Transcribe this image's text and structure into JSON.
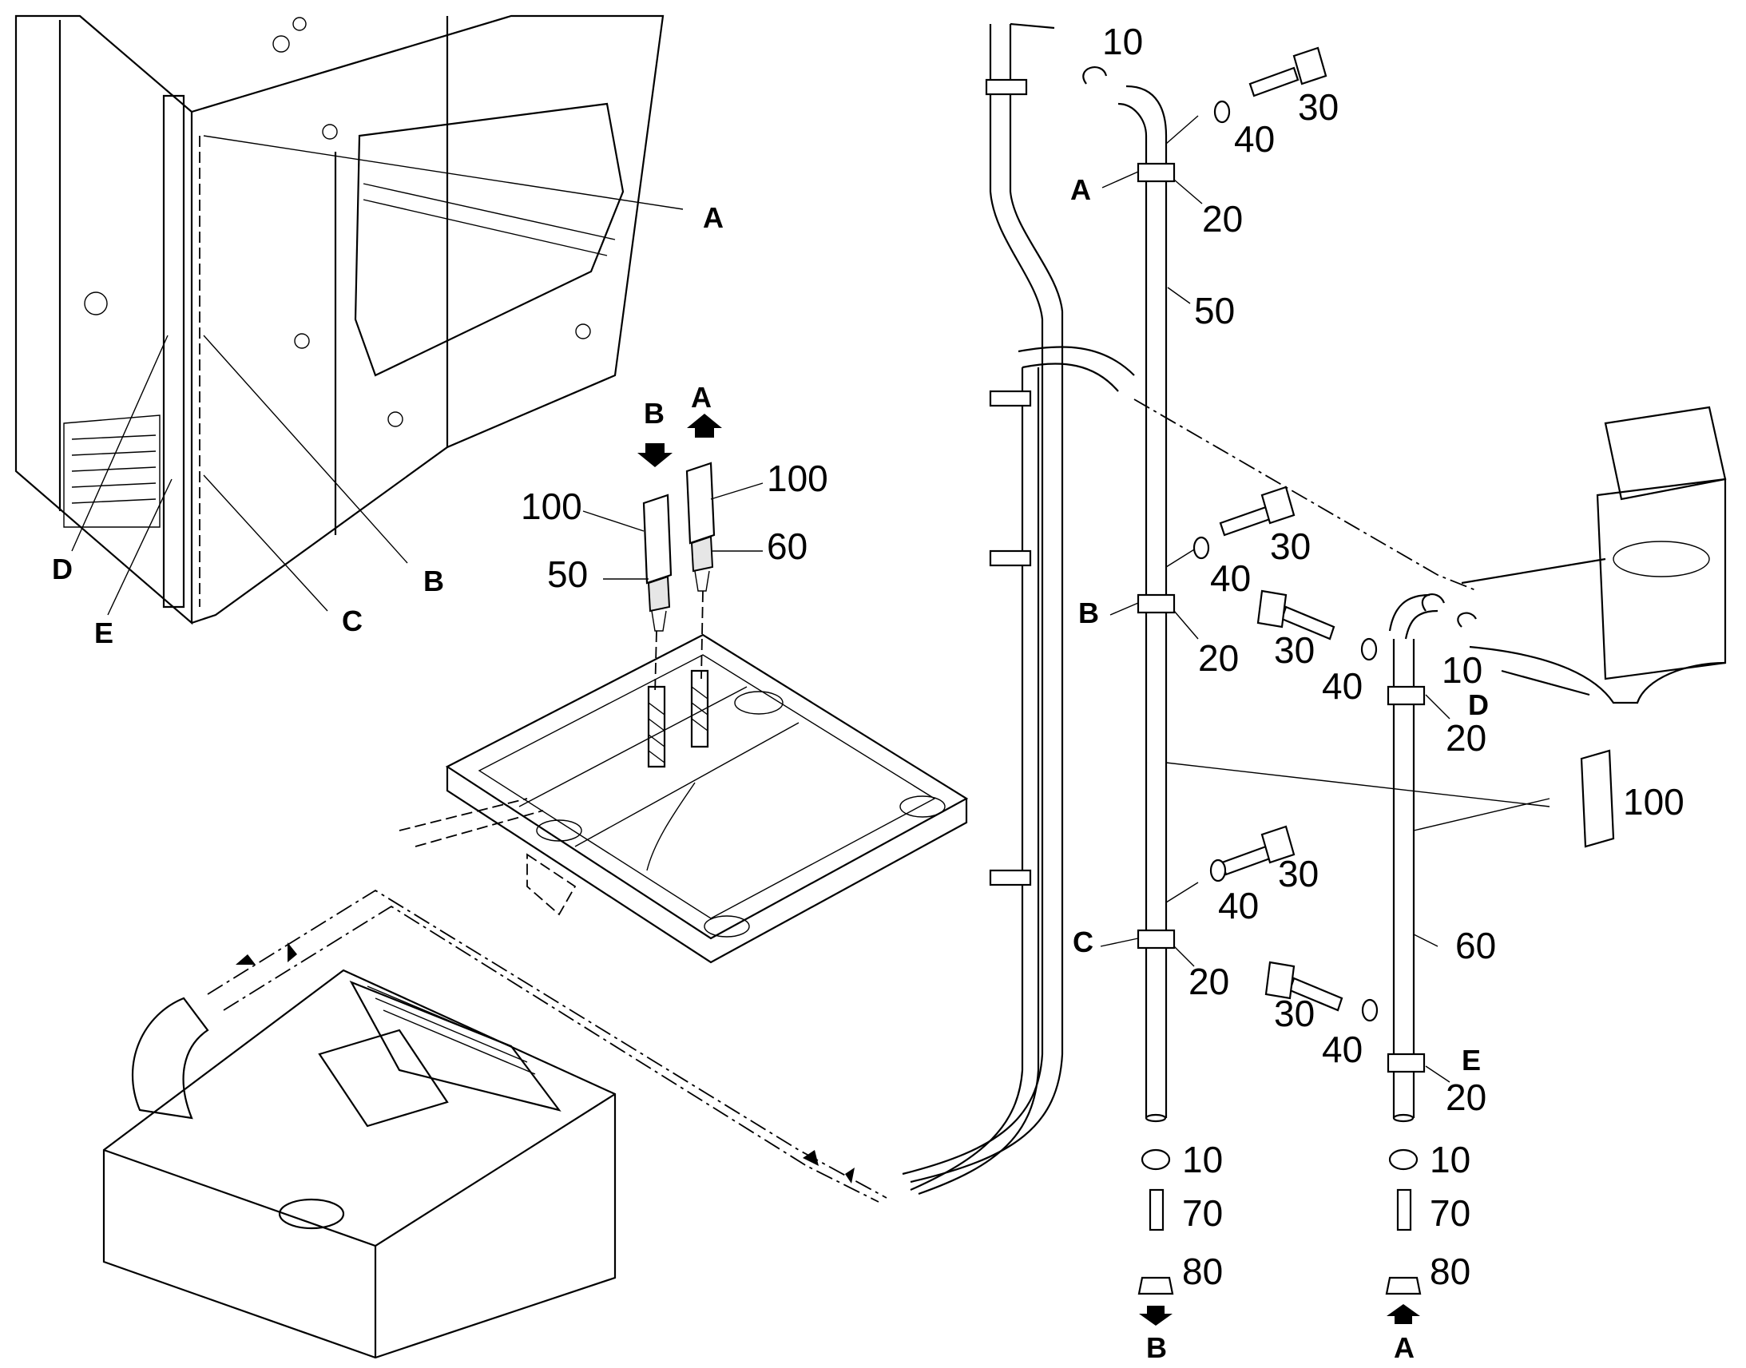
{
  "callouts": {
    "c_10": "10",
    "c_20": "20",
    "c_30": "30",
    "c_40": "40",
    "c_50": "50",
    "c_60": "60",
    "c_70": "70",
    "c_80": "80",
    "c_100": "100",
    "A": "A",
    "B": "B",
    "C": "C",
    "D": "D",
    "E": "E"
  },
  "colors": {
    "line": "#000000",
    "background": "#ffffff",
    "fill_grey": "#e6e6e6"
  }
}
